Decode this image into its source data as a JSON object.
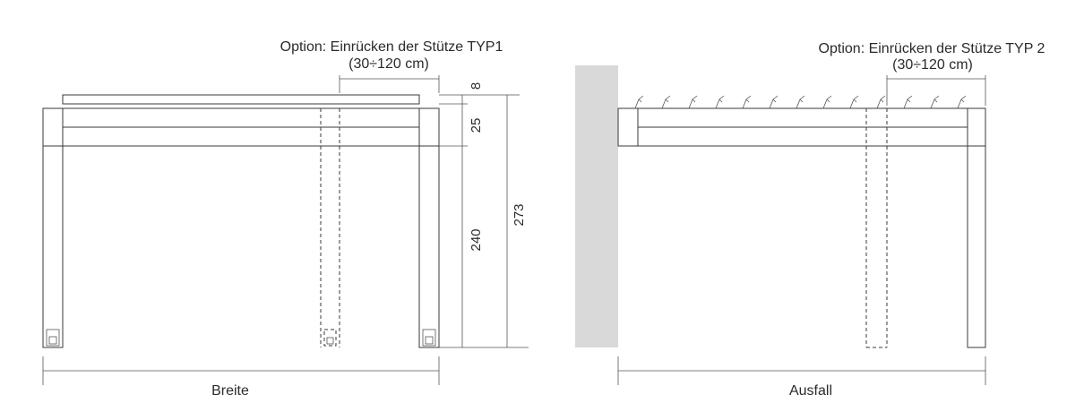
{
  "colors": {
    "line": "#3a3a3a",
    "wall": "#d9d9d9",
    "text": "#2b2b2b"
  },
  "left_view": {
    "option_title": "Option: Einrücken der Stütze TYP1",
    "option_range": "(30÷120 cm)",
    "dim_top": "8",
    "dim_beam": "25",
    "dim_post": "240",
    "dim_total": "273",
    "width_label": "Breite"
  },
  "right_view": {
    "option_title": "Option: Einrücken der Stütze TYP 2",
    "option_range": "(30÷120 cm)",
    "depth_label": "Ausfall"
  }
}
